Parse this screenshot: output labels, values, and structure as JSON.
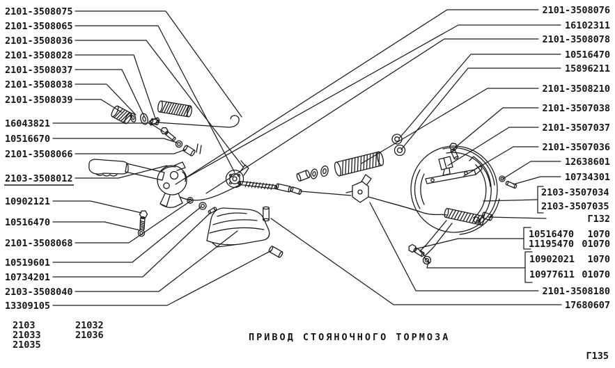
{
  "colors": {
    "background": "#ffffff",
    "ink": "#1b1b1b"
  },
  "title": "ПРИВОД СТОЯНОЧНОГО ТОРМОЗА",
  "figure_code": "Г135",
  "reference_code": "Г132",
  "model_codes": {
    "col1": [
      "2103",
      "21033",
      "21035"
    ],
    "col2": [
      "21032",
      "21036"
    ]
  },
  "labels": {
    "left": [
      "2101-3508075",
      "2101-3508065",
      "2101-3508036",
      "2101-3508028",
      "2101-3508037",
      "2101-3508038",
      "2101-3508039",
      "16043821",
      "10516670",
      "2101-3508066",
      "2103-3508012",
      "10902121",
      "10516470",
      "2101-3508068",
      "10519601",
      "10734201",
      "2103-3508040",
      "13309105"
    ],
    "right": [
      "2101-3508076",
      "16102311",
      "2101-3508078",
      "10516470",
      "15896211",
      "2101-3508210",
      "2101-3507038",
      "2101-3507037",
      "2101-3507036",
      "12638601",
      "10734301"
    ],
    "right_pair": [
      "2103-3507034",
      "2103-3507035"
    ],
    "right_groups": [
      {
        "rows": [
          {
            "code": "10516470",
            "num": "1070"
          },
          {
            "code": "11195470",
            "num": "01070"
          }
        ]
      },
      {
        "rows": [
          {
            "code": "10902021",
            "num": "1070"
          },
          {
            "code": "10977611",
            "num": "01070"
          }
        ]
      }
    ],
    "right_bottom": [
      "2101-3508180",
      "17680607"
    ]
  }
}
